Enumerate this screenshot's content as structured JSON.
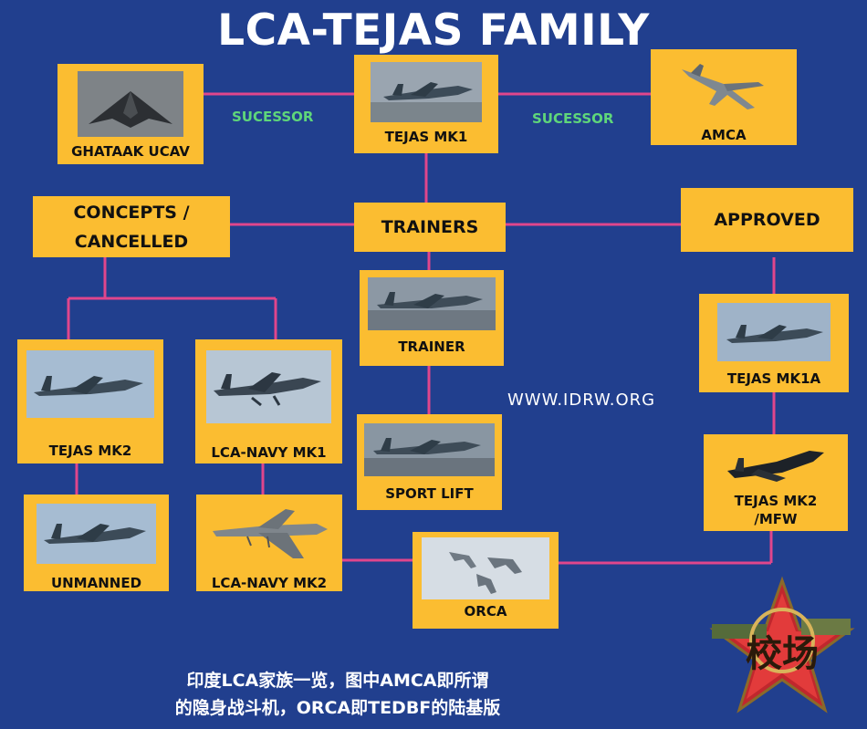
{
  "title": "LCA-TEJAS FAMILY",
  "successor_labels": [
    "SUCESSOR",
    "SUCESSOR"
  ],
  "boxes": {
    "ghataak": "GHATAAK UCAV",
    "mk1": "TEJAS MK1",
    "amca": "AMCA",
    "concepts_line1": "CONCEPTS /",
    "concepts_line2": "CANCELLED",
    "trainers": "TRAINERS",
    "approved": "APPROVED",
    "trainer": "TRAINER",
    "sport_lift": "SPORT LIFT",
    "mk1a": "TEJAS MK1A",
    "mk2": "TEJAS MK2",
    "navy_mk1": "LCA-NAVY MK1",
    "mk2_mfw_line1": "TEJAS MK2",
    "mk2_mfw_line2": "/MFW",
    "unmanned": "UNMANNED",
    "navy_mk2": "LCA-NAVY MK2",
    "orca": "ORCA"
  },
  "watermark_url": "WWW.IDRW.ORG",
  "caption": {
    "line1": "印度LCA家族一览，图中AMCA即所谓",
    "line2": "的隐身战斗机，ORCA即TEDBF的陆基版"
  },
  "emblem_text": "校场",
  "colors": {
    "background": "#213f8e",
    "box": "#fbbd31",
    "connector": "#e0468c",
    "successor": "#5fd67a"
  }
}
